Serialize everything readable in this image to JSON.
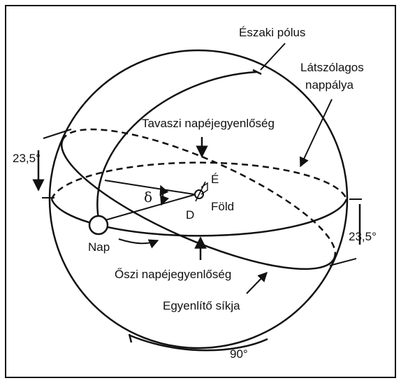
{
  "labels": {
    "north_pole": "Északi pólus",
    "ecliptic_line1": "Látszólagos",
    "ecliptic_line2": "nappálya",
    "vernal_equinox": "Tavaszi napéjegyenlőség",
    "autumnal_equinox": "Őszi napéjegyenlőség",
    "equator_plane": "Egyenlítő síkja",
    "sun": "Nap",
    "earth": "Föld",
    "north_e": "É",
    "south_d": "D",
    "delta": "δ",
    "tilt_left": "23,5°",
    "tilt_right": "23,5°",
    "angle_bottom": "90°"
  },
  "colors": {
    "ink": "#111111",
    "background": "#ffffff"
  }
}
